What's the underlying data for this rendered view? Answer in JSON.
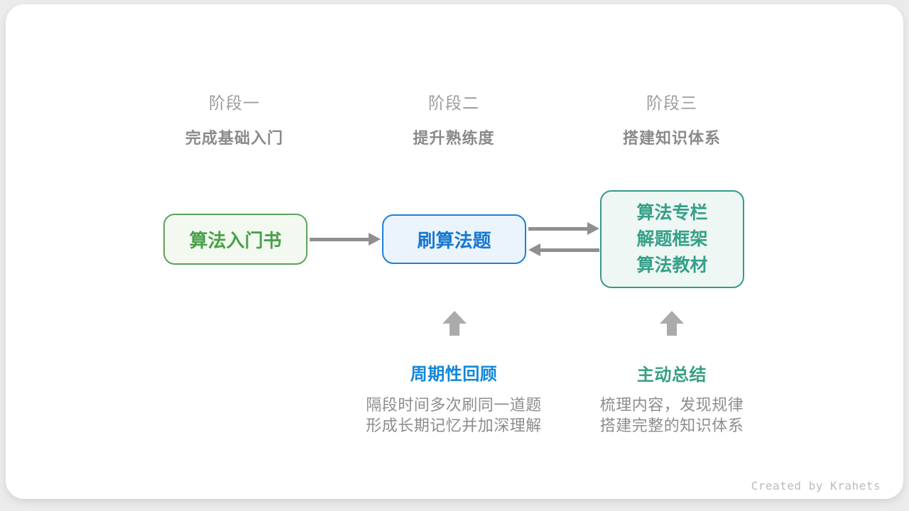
{
  "page": {
    "background_color": "#ebebeb",
    "card_color": "#ffffff",
    "credit": "Created by Krahets"
  },
  "stages": [
    {
      "title": "阶段一",
      "subtitle": "完成基础入门"
    },
    {
      "title": "阶段二",
      "subtitle": "提升熟练度"
    },
    {
      "title": "阶段三",
      "subtitle": "搭建知识体系"
    }
  ],
  "nodes": {
    "intro_book": {
      "label": "算法入门书",
      "text_color": "#47a14a",
      "border_color": "#5da15c",
      "fill_color": "#f3f9f1"
    },
    "practice": {
      "label": "刷算法题",
      "text_color": "#1678d0",
      "border_color": "#1e7fd6",
      "fill_color": "#ebf4fc"
    },
    "knowledge": {
      "lines": [
        "算法专栏",
        "解题框架",
        "算法教材"
      ],
      "text_color": "#36a08a",
      "border_color": "#37998a",
      "fill_color": "#eef7f3"
    }
  },
  "connectors": {
    "horizontal_arrow_color": "#8f8f8f",
    "up_arrow_color": "#ababab"
  },
  "annotations": {
    "review": {
      "label": "周期性回顾",
      "label_color": "#1286d8",
      "lines": [
        "隔段时间多次刷同一道题",
        "形成长期记忆并加深理解"
      ]
    },
    "summarize": {
      "label": "主动总结",
      "label_color": "#36a081",
      "lines": [
        "梳理内容，发现规律",
        "搭建完整的知识体系"
      ]
    }
  }
}
